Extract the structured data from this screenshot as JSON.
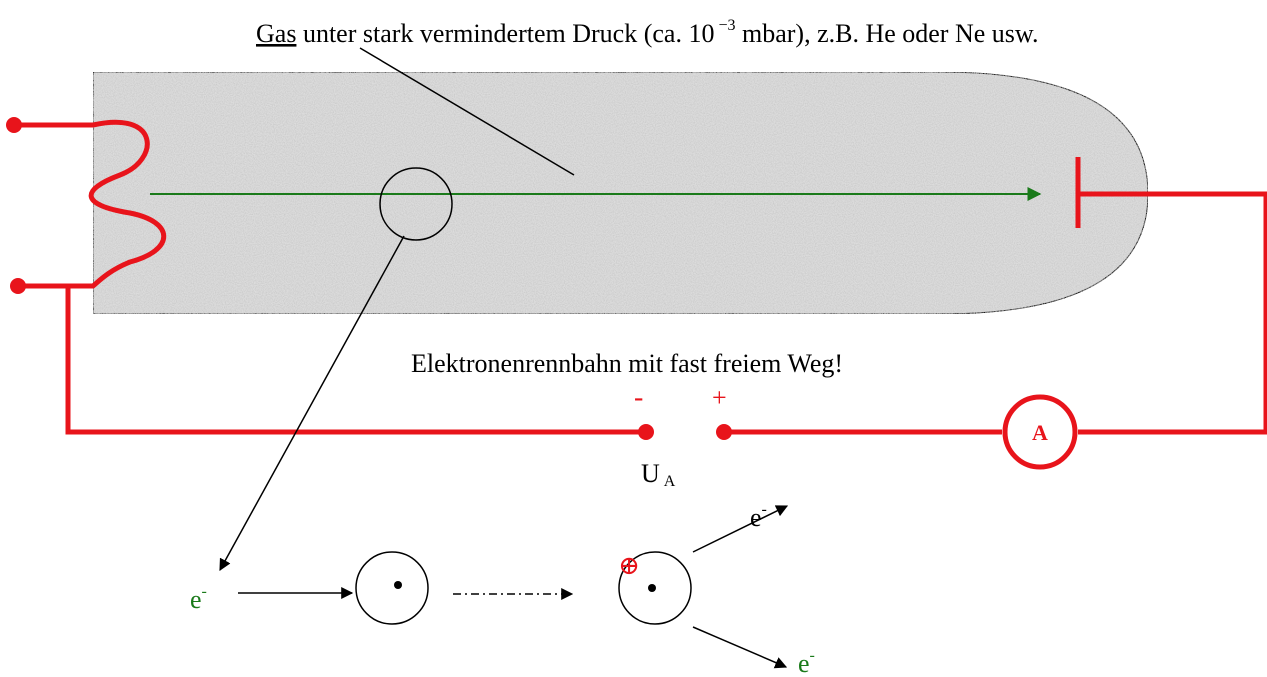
{
  "labels": {
    "gas_word": "Gas",
    "gas_rest_before_exp": " unter stark vermindertem Druck (ca. 10",
    "gas_exponent": "−3",
    "gas_rest_after_exp": " mbar), z.B. He oder Ne usw.",
    "race_track": "Elektronenrennbahn mit fast freiem Weg!",
    "minus": "-",
    "plus": "+",
    "ammeter": "A",
    "voltage_main": "U",
    "voltage_sub": "A",
    "electron": "e",
    "electron_charge": "-",
    "positive_ion": "⊕"
  },
  "colors": {
    "circuit": "#e8141b",
    "beam": "#1a7a1a",
    "tube_fill": "#dcdcdc",
    "electron_text": "#1a7a1a"
  }
}
